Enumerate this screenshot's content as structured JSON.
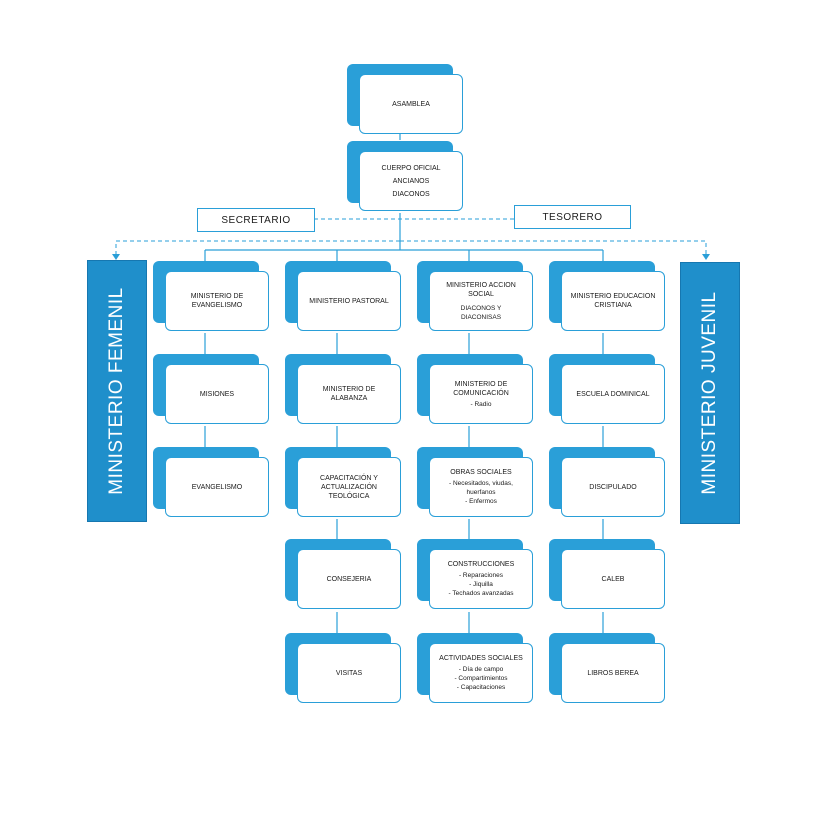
{
  "colors": {
    "accent": "#2a9fd8",
    "side_panel": "#1f8fcb",
    "text": "#1a1a1a"
  },
  "top": {
    "asamblea": "ASAMBLEA",
    "cuerpo_oficial": {
      "title": "CUERPO OFICIAL\nANCIANOS\nDIACONOS"
    }
  },
  "staff": {
    "secretario": "SECRETARIO",
    "tesorero": "TESORERO"
  },
  "side": {
    "left": "MINISTERIO FEMENIL",
    "right": "MINISTERIO JUVENIL"
  },
  "columns": [
    {
      "nodes": [
        {
          "title": "MINISTERIO DE\nEVANGELISMO",
          "items": []
        },
        {
          "title": "MISIONES",
          "items": []
        },
        {
          "title": "EVANGELISMO",
          "items": []
        }
      ]
    },
    {
      "nodes": [
        {
          "title": "MINISTERIO PASTORAL",
          "items": []
        },
        {
          "title": "MINISTERIO DE\nALABANZA",
          "items": []
        },
        {
          "title": "CAPACITACIÓN Y\nACTUALIZACIÓN\nTEOLÓGICA",
          "items": []
        },
        {
          "title": "CONSEJERIA",
          "items": []
        },
        {
          "title": "VISITAS",
          "items": []
        }
      ]
    },
    {
      "nodes": [
        {
          "title": "MINISTERIO ACCION\nSOCIAL",
          "items": [
            "DIACONOS Y\nDIACONISAS"
          ],
          "items_style": "sub"
        },
        {
          "title": "MINISTERIO DE\nCOMUNICACIÓN",
          "items": [
            "- Radio"
          ]
        },
        {
          "title": "OBRAS SOCIALES",
          "items": [
            "- Necesitados, viudas,\nhuerfanos",
            "- Enfermos"
          ]
        },
        {
          "title": "CONSTRUCCIONES",
          "items": [
            "- Reparaciones",
            "- Jiquilla",
            "- Techados avanzadas"
          ]
        },
        {
          "title": "ACTIVIDADES SOCIALES",
          "items": [
            "- Día de campo",
            "- Compartimientos",
            "- Capacitaciones"
          ]
        }
      ]
    },
    {
      "nodes": [
        {
          "title": "MINISTERIO EDUCACION\nCRISTIANA",
          "items": []
        },
        {
          "title": "ESCUELA DOMINICAL",
          "items": []
        },
        {
          "title": "DISCIPULADO",
          "items": []
        },
        {
          "title": "CALEB",
          "items": []
        },
        {
          "title": "LIBROS BEREA",
          "items": []
        }
      ]
    }
  ]
}
